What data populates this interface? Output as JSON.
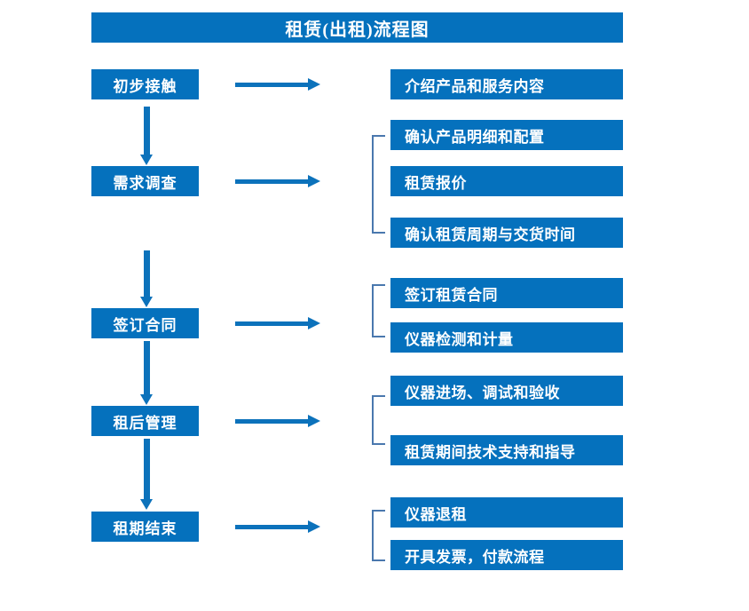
{
  "diagram": {
    "title": "租赁(出租)流程图",
    "colors": {
      "box_blue": "#0571bd",
      "arrow_blue": "#0c72bb",
      "bracket_blue": "#4a78ae",
      "text_white": "#ffffff",
      "background": "#ffffff"
    },
    "stages": [
      {
        "id": "stage-1",
        "label": "初步接触"
      },
      {
        "id": "stage-2",
        "label": "需求调查"
      },
      {
        "id": "stage-3",
        "label": "签订合同"
      },
      {
        "id": "stage-4",
        "label": "租后管理"
      },
      {
        "id": "stage-5",
        "label": "租期结束"
      }
    ],
    "details": [
      {
        "id": "detail-1",
        "label": "介绍产品和服务内容"
      },
      {
        "id": "detail-2",
        "label": "确认产品明细和配置"
      },
      {
        "id": "detail-3",
        "label": "租赁报价"
      },
      {
        "id": "detail-4",
        "label": "确认租赁周期与交货时间"
      },
      {
        "id": "detail-5",
        "label": "签订租赁合同"
      },
      {
        "id": "detail-6",
        "label": "仪器检测和计量"
      },
      {
        "id": "detail-7",
        "label": "仪器进场、调试和验收"
      },
      {
        "id": "detail-8",
        "label": "租赁期间技术支持和指导"
      },
      {
        "id": "detail-9",
        "label": "仪器退租"
      },
      {
        "id": "detail-10",
        "label": "开具发票，付款流程"
      }
    ],
    "groups": [
      {
        "id": "group-1",
        "stage": "需求调查",
        "members": [
          "确认产品明细和配置",
          "租赁报价",
          "确认租赁周期与交货时间"
        ]
      },
      {
        "id": "group-2",
        "stage": "签订合同",
        "members": [
          "签订租赁合同",
          "仪器检测和计量"
        ]
      },
      {
        "id": "group-3",
        "stage": "租后管理",
        "members": [
          "仪器进场、调试和验收",
          "租赁期间技术支持和指导"
        ]
      },
      {
        "id": "group-4",
        "stage": "租期结束",
        "members": [
          "仪器退租",
          "开具发票，付款流程"
        ]
      }
    ]
  }
}
